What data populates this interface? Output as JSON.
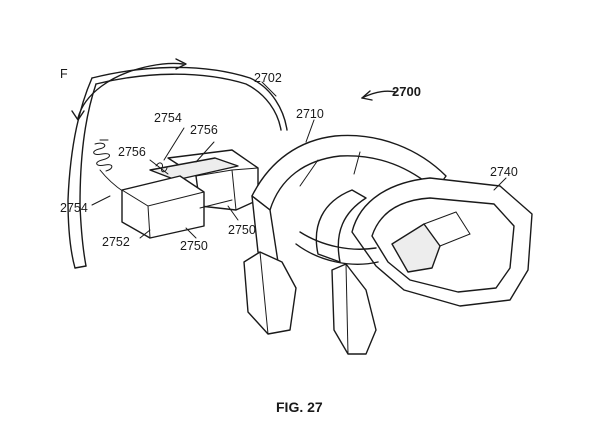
{
  "figure": {
    "caption": "FIG. 27",
    "labels": {
      "force": "F",
      "ref_2700": "2700",
      "ref_2702": "2702",
      "ref_2710": "2710",
      "ref_2740": "2740",
      "ref_2754_top": "2754",
      "ref_2756_top": "2756",
      "ref_2756_left": "2756",
      "ref_2754_left": "2754",
      "ref_2752": "2752",
      "ref_2750_bottom": "2750",
      "ref_2750_right": "2750"
    }
  }
}
